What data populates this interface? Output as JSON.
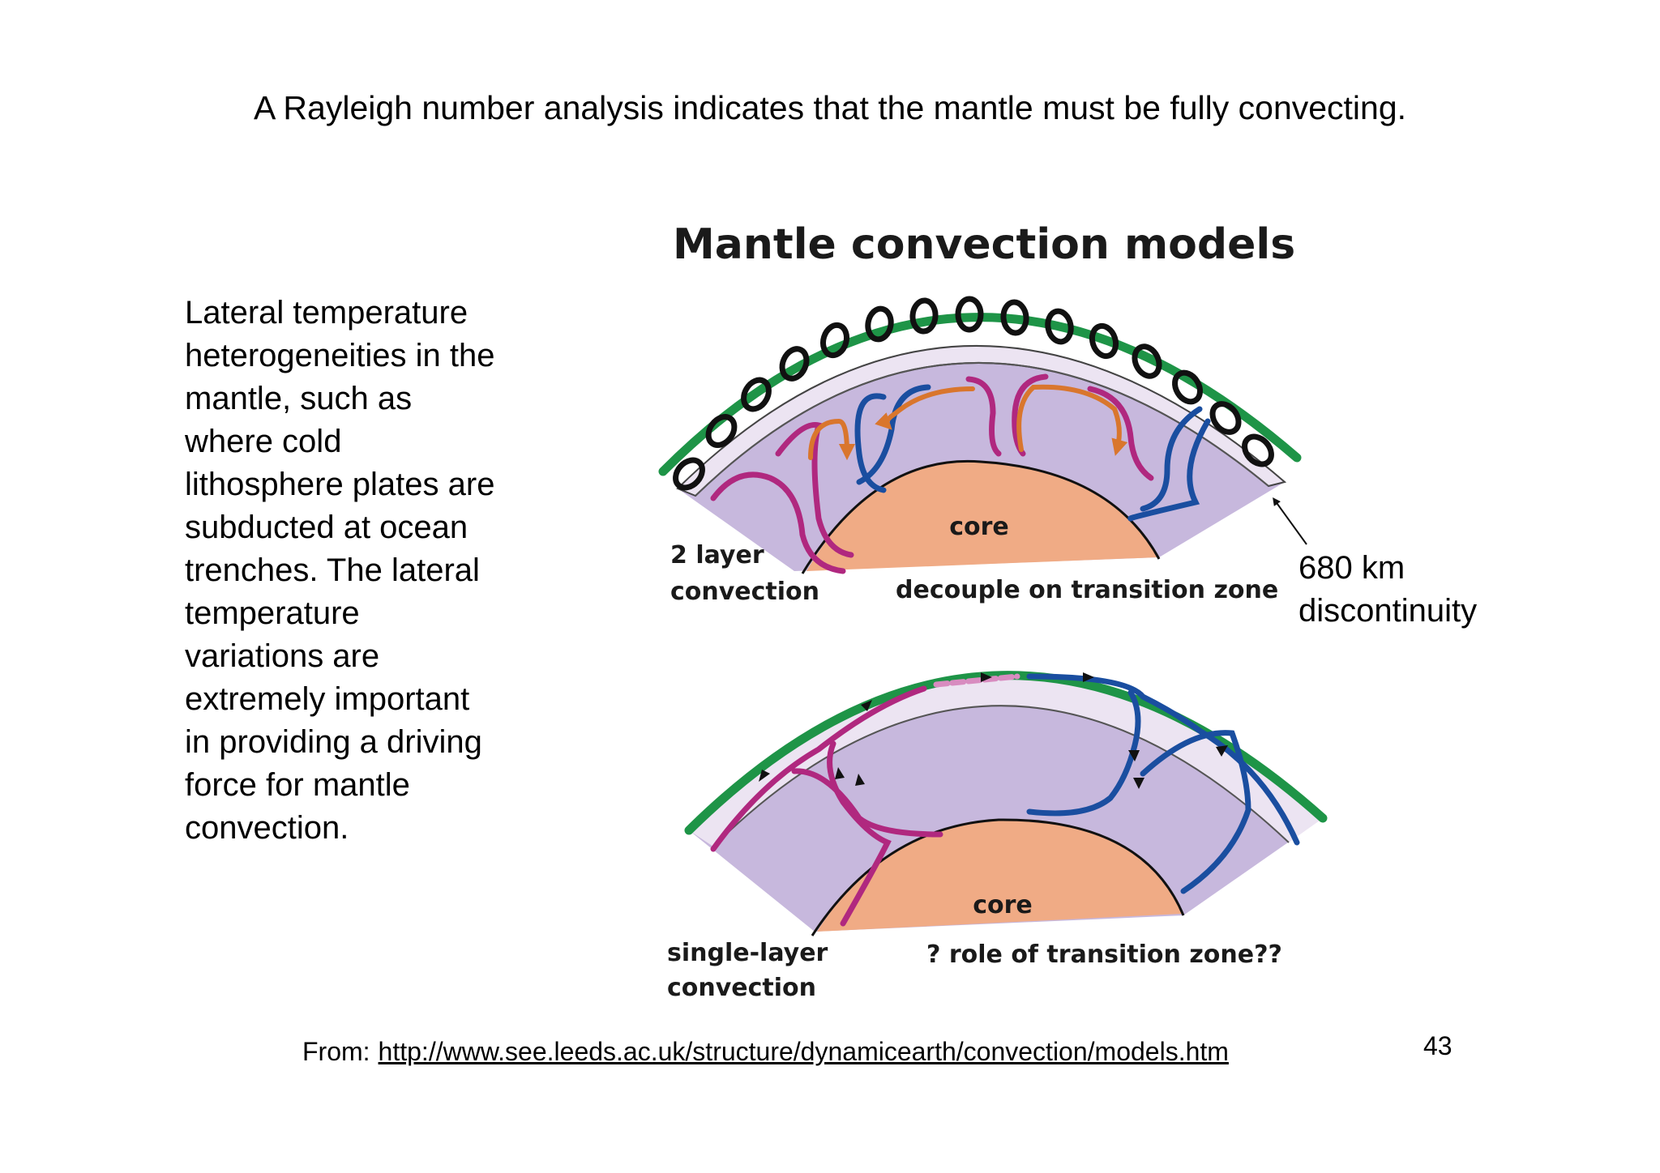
{
  "slide": {
    "title": "A Rayleigh number analysis indicates that the mantle must be fully convecting.",
    "side_lines": [
      "Lateral temperature",
      "heterogeneities in the",
      "mantle, such as",
      "where cold",
      "lithosphere plates are",
      "subducted at ocean",
      "trenches. The lateral",
      "temperature",
      "variations are",
      "extremely important",
      "in providing a driving",
      "force for mantle",
      "convection."
    ],
    "page_number": "43"
  },
  "diagram": {
    "title": "Mantle convection models",
    "top_panel": {
      "core_label": "core",
      "model_label_lines": [
        "2 layer",
        "convection"
      ],
      "caption": "decouple on transition zone"
    },
    "bottom_panel": {
      "core_label": "core",
      "model_label_lines": [
        "single-layer",
        "convection"
      ],
      "caption": "? role of transition zone??"
    },
    "annotation_lines": [
      "680 km",
      "discontinuity"
    ]
  },
  "source": {
    "prefix": "From:",
    "url": "http://www.see.leeds.ac.uk/structure/dynamicearth/convection/models.htm"
  },
  "colors": {
    "lithosphere_green": "#1e9447",
    "mantle_lavender": "#c7b8dd",
    "transition_zone": "#ece4f2",
    "core_orange": "#f0ab85",
    "magenta_flow": "#b0287f",
    "blue_flow": "#1a4ea0",
    "orange_flow": "#d9762d"
  }
}
